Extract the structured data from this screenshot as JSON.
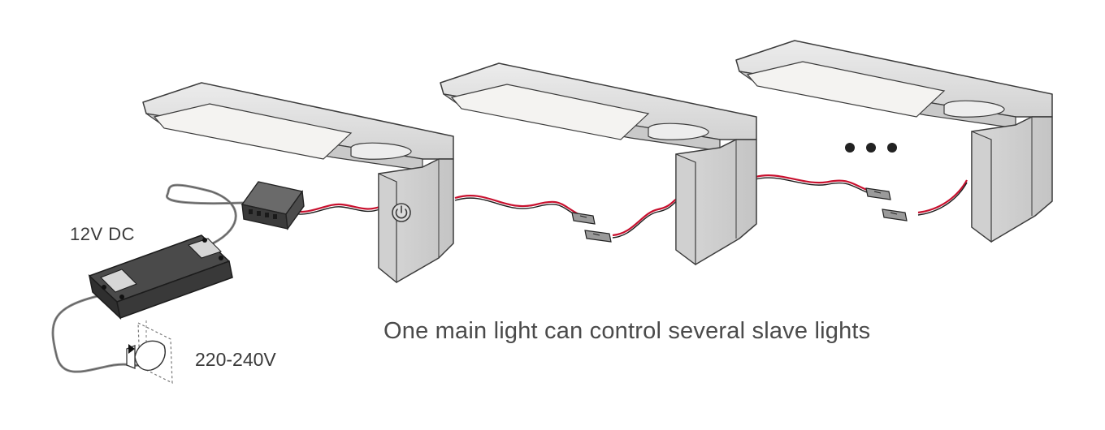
{
  "labels": {
    "dc_output": "12V  DC",
    "mains_input": "220-240V",
    "caption": "One main light can control several slave lights"
  },
  "colors": {
    "housing_fill": "#dcdcdc",
    "housing_stroke": "#3c3c3c",
    "panel_fill": "#f4f3f1",
    "cable_red": "#c8102e",
    "cable_black": "#1e1e1e",
    "cable_grey": "#8a8a8a"
  },
  "icons": [
    "power-icon",
    "plug-icon",
    "wall-socket-icon",
    "power-adapter-icon",
    "junction-box-icon",
    "connector-icon"
  ]
}
